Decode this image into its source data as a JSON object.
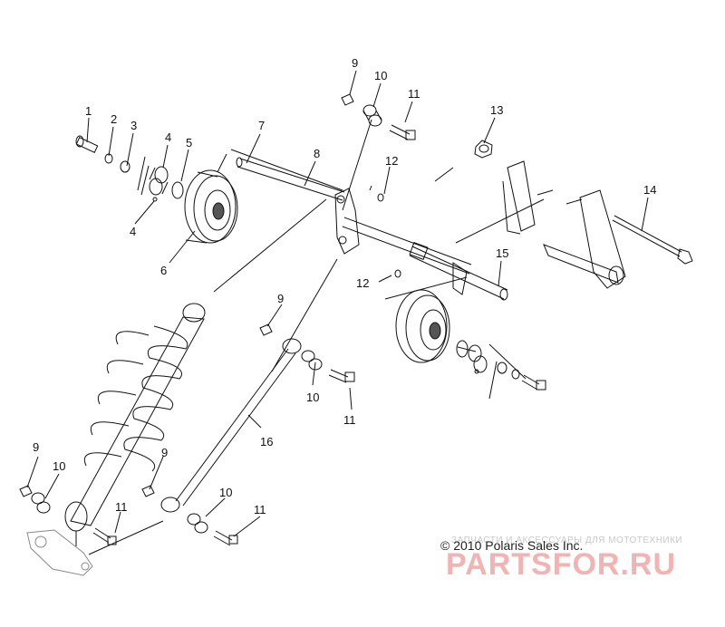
{
  "diagram": {
    "callouts": [
      "1",
      "2",
      "3",
      "4",
      "5",
      "4",
      "6",
      "7",
      "8",
      "9",
      "10",
      "11",
      "12",
      "12",
      "13",
      "14",
      "15",
      "9",
      "10",
      "11",
      "16",
      "9",
      "10",
      "9",
      "10",
      "11",
      "11"
    ],
    "copyright": "© 2010 Polaris Sales Inc.",
    "watermark_top": "ЗАПЧАСТИ И АКСЕССУАРЫ ДЛЯ МОТОТЕХНИКИ",
    "watermark_logo": "PARTSFOR.RU"
  },
  "colors": {
    "line": "#111111",
    "watermark": "#f0a6a6"
  }
}
